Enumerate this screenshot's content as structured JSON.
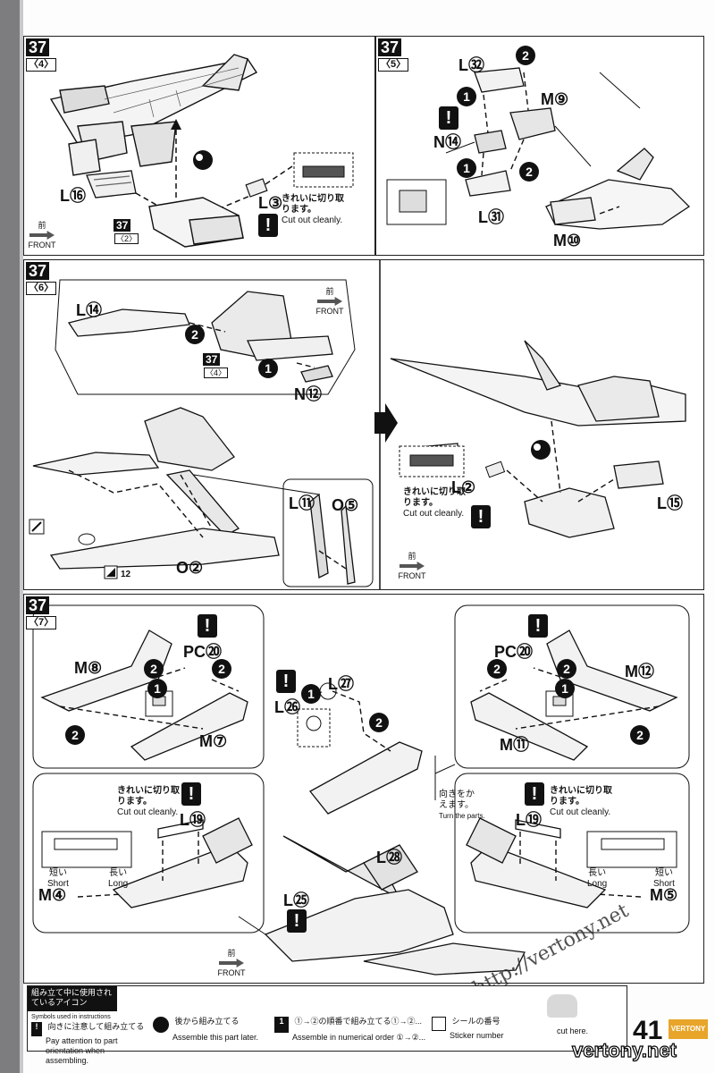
{
  "page_number": "41",
  "brand": "VERTONY",
  "watermarks": {
    "url": "http://vertony.net",
    "site": "vertony.net"
  },
  "steps": {
    "s4": {
      "number": "37",
      "sub": "〈4〉",
      "parts": [
        "L⑯",
        "L③"
      ],
      "ref_num": "37",
      "ref_sub": "〈2〉",
      "front_jp": "前",
      "front_en": "FRONT",
      "cut_jp": "きれいに切り取ります。",
      "cut_en": "Cut out cleanly."
    },
    "s5": {
      "number": "37",
      "sub": "〈5〉",
      "parts": [
        "L㉜",
        "M⑨",
        "N⑭",
        "L㉛",
        "M⑩"
      ],
      "order": [
        "1",
        "2",
        "1",
        "2"
      ]
    },
    "s6": {
      "number": "37",
      "sub": "〈6〉",
      "parts": [
        "L⑭",
        "N⑫",
        "L⑪",
        "O⑤",
        "O②",
        "L⑮",
        "L②"
      ],
      "ref_num": "37",
      "ref_sub": "〈4〉",
      "front_jp": "前",
      "front_en": "FRONT",
      "sticker": "12",
      "cut_jp": "きれいに切り取ります。",
      "cut_en": "Cut out cleanly."
    },
    "s7": {
      "number": "37",
      "sub": "〈7〉",
      "parts_left": [
        "M⑧",
        "PC⑳",
        "M⑦",
        "L⑲",
        "M④"
      ],
      "parts_center": [
        "L㉖",
        "L㉗",
        "L㉘",
        "L㉕"
      ],
      "parts_right": [
        "PC⑳",
        "M⑫",
        "M⑪",
        "L⑲",
        "M⑤"
      ],
      "cut_jp": "きれいに切り取ります。",
      "cut_en": "Cut out cleanly.",
      "short_jp": "短い",
      "short_en": "Short",
      "long_jp": "長い",
      "long_en": "Long",
      "turn_jp": "向きをかえます。",
      "turn_en": "Turn the parts.",
      "front_jp": "前",
      "front_en": "FRONT"
    }
  },
  "legend": {
    "title_jp": "組み立て中に使用されているアイコン",
    "title_en": "Symbols used in instructions",
    "items": [
      {
        "jp": "向きに注意して組み立てる",
        "en": "Pay attention to part orientation when assembling.",
        "icon": "exclamation-icon"
      },
      {
        "jp": "後から組み立てる",
        "en": "Assemble this part later.",
        "icon": "later-icon"
      },
      {
        "jp": "①→②の順番で組み立てる①→②...",
        "en": "Assemble in numerical order ①→②...",
        "icon": "order-icon"
      },
      {
        "jp": "シールの番号",
        "en": "Sticker number",
        "icon": "sticker-icon"
      },
      {
        "jp": "",
        "en": "cut here.",
        "icon": "cut-icon"
      }
    ]
  }
}
